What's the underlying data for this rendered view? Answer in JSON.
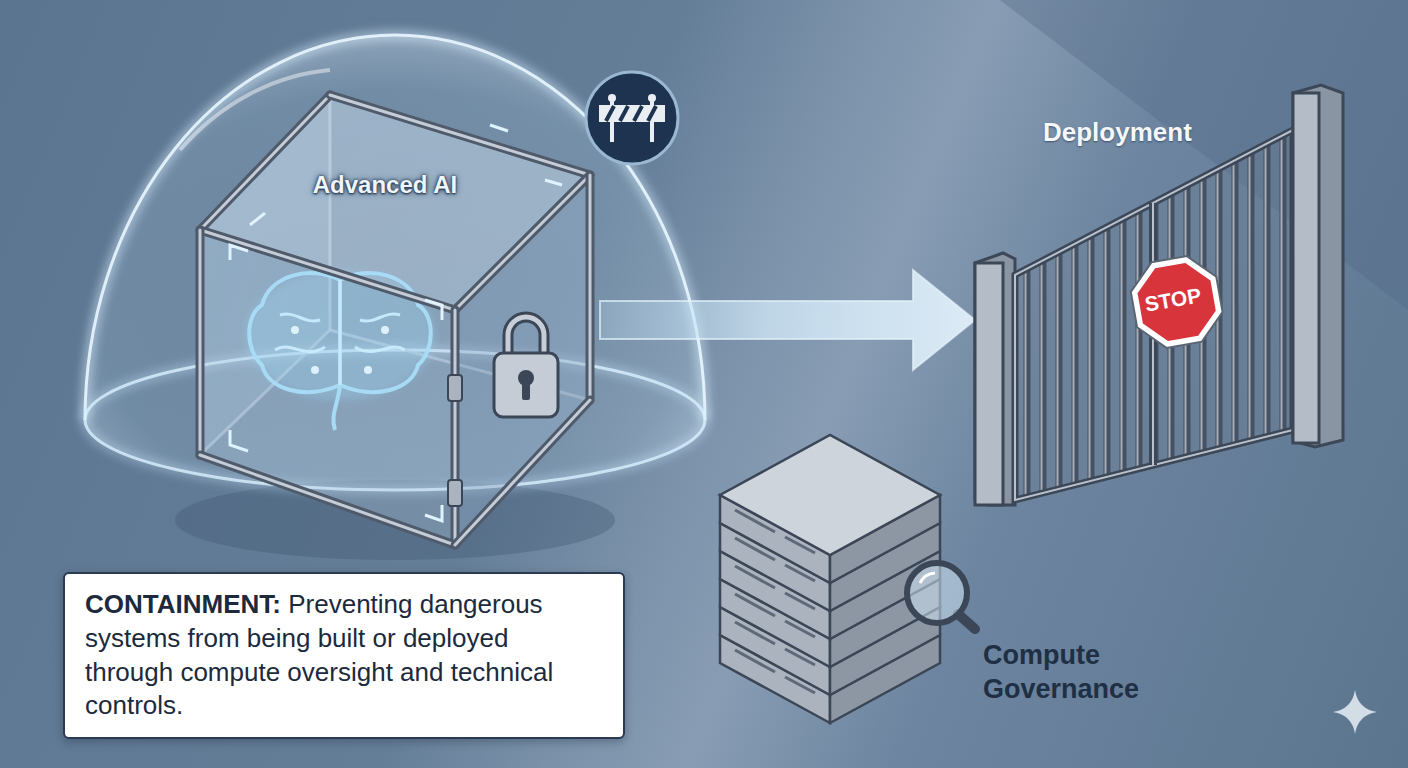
{
  "diagram": {
    "nodes": [
      {
        "text": [
          "Advanced AI"
        ]
      },
      {
        "text": [
          "CONTAINMENT:",
          "Preventing dangerous systems from being built or deployed through compute oversight and technical controls."
        ]
      },
      {
        "text": [
          "Deployment"
        ]
      },
      {
        "text": [
          "STOP"
        ],
        "in": 2
      },
      {
        "text": [
          "Compute Governance"
        ]
      }
    ],
    "edges": [
      {
        "from": 0,
        "to": 2,
        "arrow": "to"
      }
    ]
  }
}
